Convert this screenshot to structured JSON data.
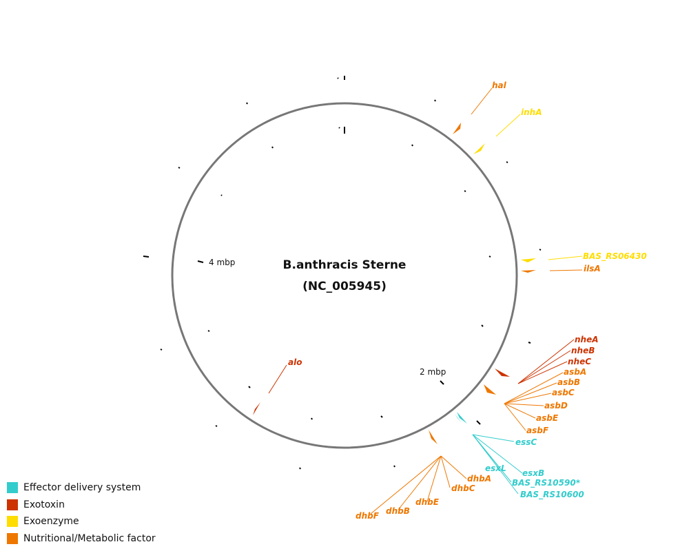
{
  "title_line1": "B.anthracis Sterne",
  "title_line2": "(NC_005945)",
  "tick_labels": {
    "mbp4": "4 mbp",
    "mbp2": "2 mbp"
  },
  "colors": {
    "effector": "#33cccc",
    "exotoxin": "#cc3300",
    "exoenzyme": "#ffdd00",
    "nutritional": "#ee7700",
    "ring": "#777777"
  },
  "legend": [
    {
      "label": "Effector delivery system",
      "category": "effector"
    },
    {
      "label": "Exotoxin",
      "category": "exotoxin"
    },
    {
      "label": "Exoenzyme",
      "category": "exoenzyme"
    },
    {
      "label": "Nutritional/Metabolic factor",
      "category": "nutritional"
    }
  ],
  "genes": [
    {
      "label": "hal",
      "category": "nutritional"
    },
    {
      "label": "inhA",
      "category": "exoenzyme"
    },
    {
      "label": "BAS_RS06430",
      "category": "exoenzyme"
    },
    {
      "label": "ilsA",
      "category": "nutritional"
    },
    {
      "label": "nheA",
      "category": "exotoxin"
    },
    {
      "label": "nheB",
      "category": "exotoxin"
    },
    {
      "label": "nheC",
      "category": "exotoxin"
    },
    {
      "label": "asbA",
      "category": "nutritional"
    },
    {
      "label": "asbB",
      "category": "nutritional"
    },
    {
      "label": "asbC",
      "category": "nutritional"
    },
    {
      "label": "asbD",
      "category": "nutritional"
    },
    {
      "label": "asbE",
      "category": "nutritional"
    },
    {
      "label": "asbF",
      "category": "nutritional"
    },
    {
      "label": "essC",
      "category": "effector"
    },
    {
      "label": "esxB",
      "category": "effector"
    },
    {
      "label": "esxL",
      "category": "effector"
    },
    {
      "label": "BAS_RS10590*",
      "category": "effector"
    },
    {
      "label": "BAS_RS10600",
      "category": "effector"
    },
    {
      "label": "dhbA",
      "category": "nutritional"
    },
    {
      "label": "dhbC",
      "category": "nutritional"
    },
    {
      "label": "dhbE",
      "category": "nutritional"
    },
    {
      "label": "dhbB",
      "category": "nutritional"
    },
    {
      "label": "dhbF",
      "category": "nutritional"
    },
    {
      "label": "alo",
      "category": "exotoxin"
    }
  ]
}
